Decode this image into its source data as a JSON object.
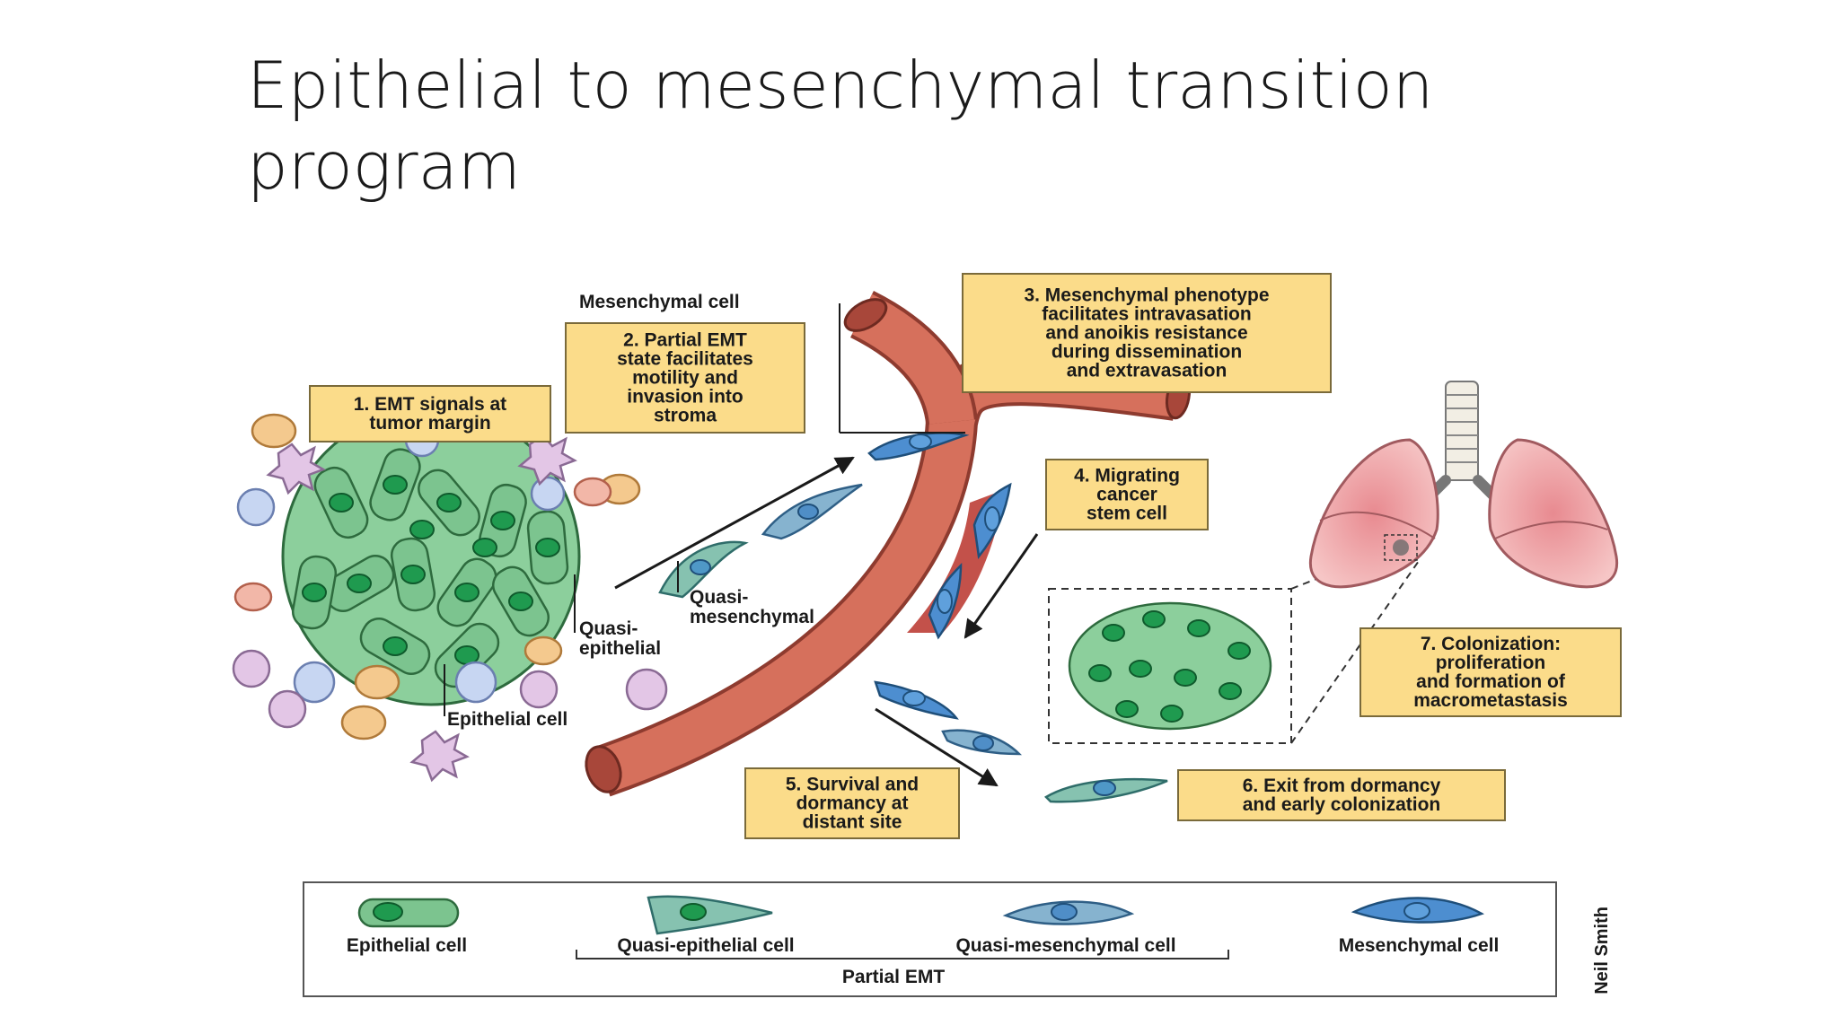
{
  "title": {
    "line1": "Epithelial to mesenchymal transition",
    "line2": "program"
  },
  "steps": [
    {
      "lines": [
        "1. EMT signals at",
        "tumor margin"
      ]
    },
    {
      "lines": [
        "2. Partial EMT",
        "state facilitates",
        "motility and",
        "invasion into",
        "stroma"
      ]
    },
    {
      "lines": [
        "3. Mesenchymal phenotype",
        "facilitates intravasation",
        "and anoikis resistance",
        "during dissemination",
        "and extravasation"
      ]
    },
    {
      "lines": [
        "4. Migrating",
        "cancer",
        "stem cell"
      ]
    },
    {
      "lines": [
        "5. Survival and",
        "dormancy at",
        "distant site"
      ]
    },
    {
      "lines": [
        "6. Exit from dormancy",
        "and early colonization"
      ]
    },
    {
      "lines": [
        "7. Colonization:",
        "proliferation",
        "and formation of",
        "macrometastasis"
      ]
    }
  ],
  "labels": {
    "mesenchymal_cell": "Mesenchymal cell",
    "quasi_epithelial_1": "Quasi-",
    "quasi_epithelial_2": "epithelial",
    "quasi_mesenchymal_1": "Quasi-",
    "quasi_mesenchymal_2": "mesenchymal",
    "epithelial_cell": "Epithelial cell"
  },
  "legend": {
    "epithelial": "Epithelial cell",
    "quasi_epithelial": "Quasi-epithelial cell",
    "quasi_mesenchymal": "Quasi-mesenchymal cell",
    "mesenchymal": "Mesenchymal cell",
    "partial_emt": "Partial EMT"
  },
  "credit": "Neil Smith",
  "colors": {
    "box_fill": "#fbdc8a",
    "vessel": "#d6705c",
    "epithelial_cell": "#7cc48f",
    "epithelial_nucleus": "#1f9a4f",
    "mesenchymal_cell": "#4d8ed0",
    "quasi_mesenchymal_cell": "#86b3cf",
    "lung": "#f2b6b6"
  }
}
